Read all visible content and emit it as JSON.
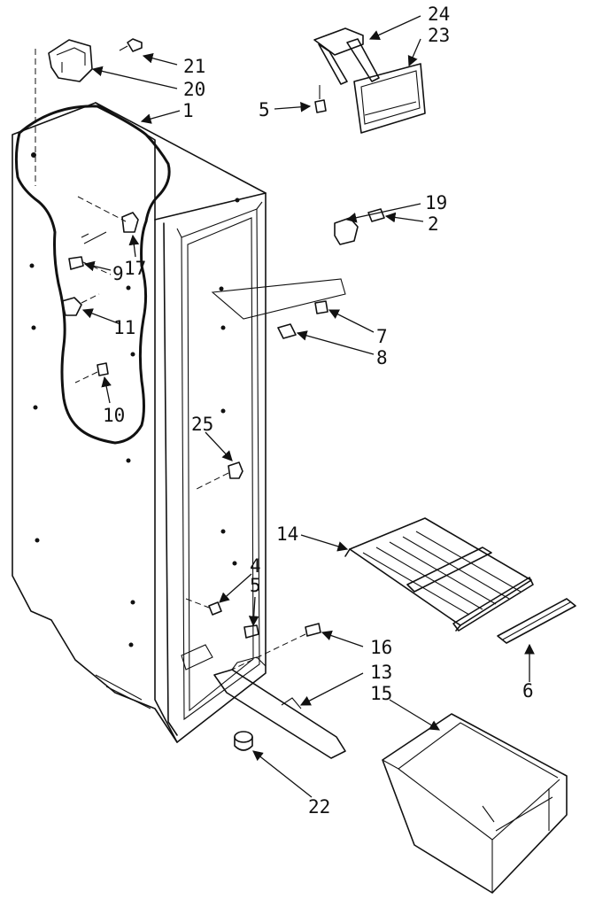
{
  "callouts": [
    {
      "id": "c1",
      "label": "1"
    },
    {
      "id": "c2",
      "label": "2"
    },
    {
      "id": "c4",
      "label": "4"
    },
    {
      "id": "c5a",
      "label": "5"
    },
    {
      "id": "c5b",
      "label": "5"
    },
    {
      "id": "c6",
      "label": "6"
    },
    {
      "id": "c7",
      "label": "7"
    },
    {
      "id": "c8",
      "label": "8"
    },
    {
      "id": "c9",
      "label": "9"
    },
    {
      "id": "c10",
      "label": "10"
    },
    {
      "id": "c11",
      "label": "11"
    },
    {
      "id": "c13",
      "label": "13"
    },
    {
      "id": "c14",
      "label": "14"
    },
    {
      "id": "c15",
      "label": "15"
    },
    {
      "id": "c16",
      "label": "16"
    },
    {
      "id": "c17",
      "label": "17"
    },
    {
      "id": "c19",
      "label": "19"
    },
    {
      "id": "c20",
      "label": "20"
    },
    {
      "id": "c21",
      "label": "21"
    },
    {
      "id": "c22",
      "label": "22"
    },
    {
      "id": "c23",
      "label": "23"
    },
    {
      "id": "c24",
      "label": "24"
    },
    {
      "id": "c25",
      "label": "25"
    }
  ]
}
